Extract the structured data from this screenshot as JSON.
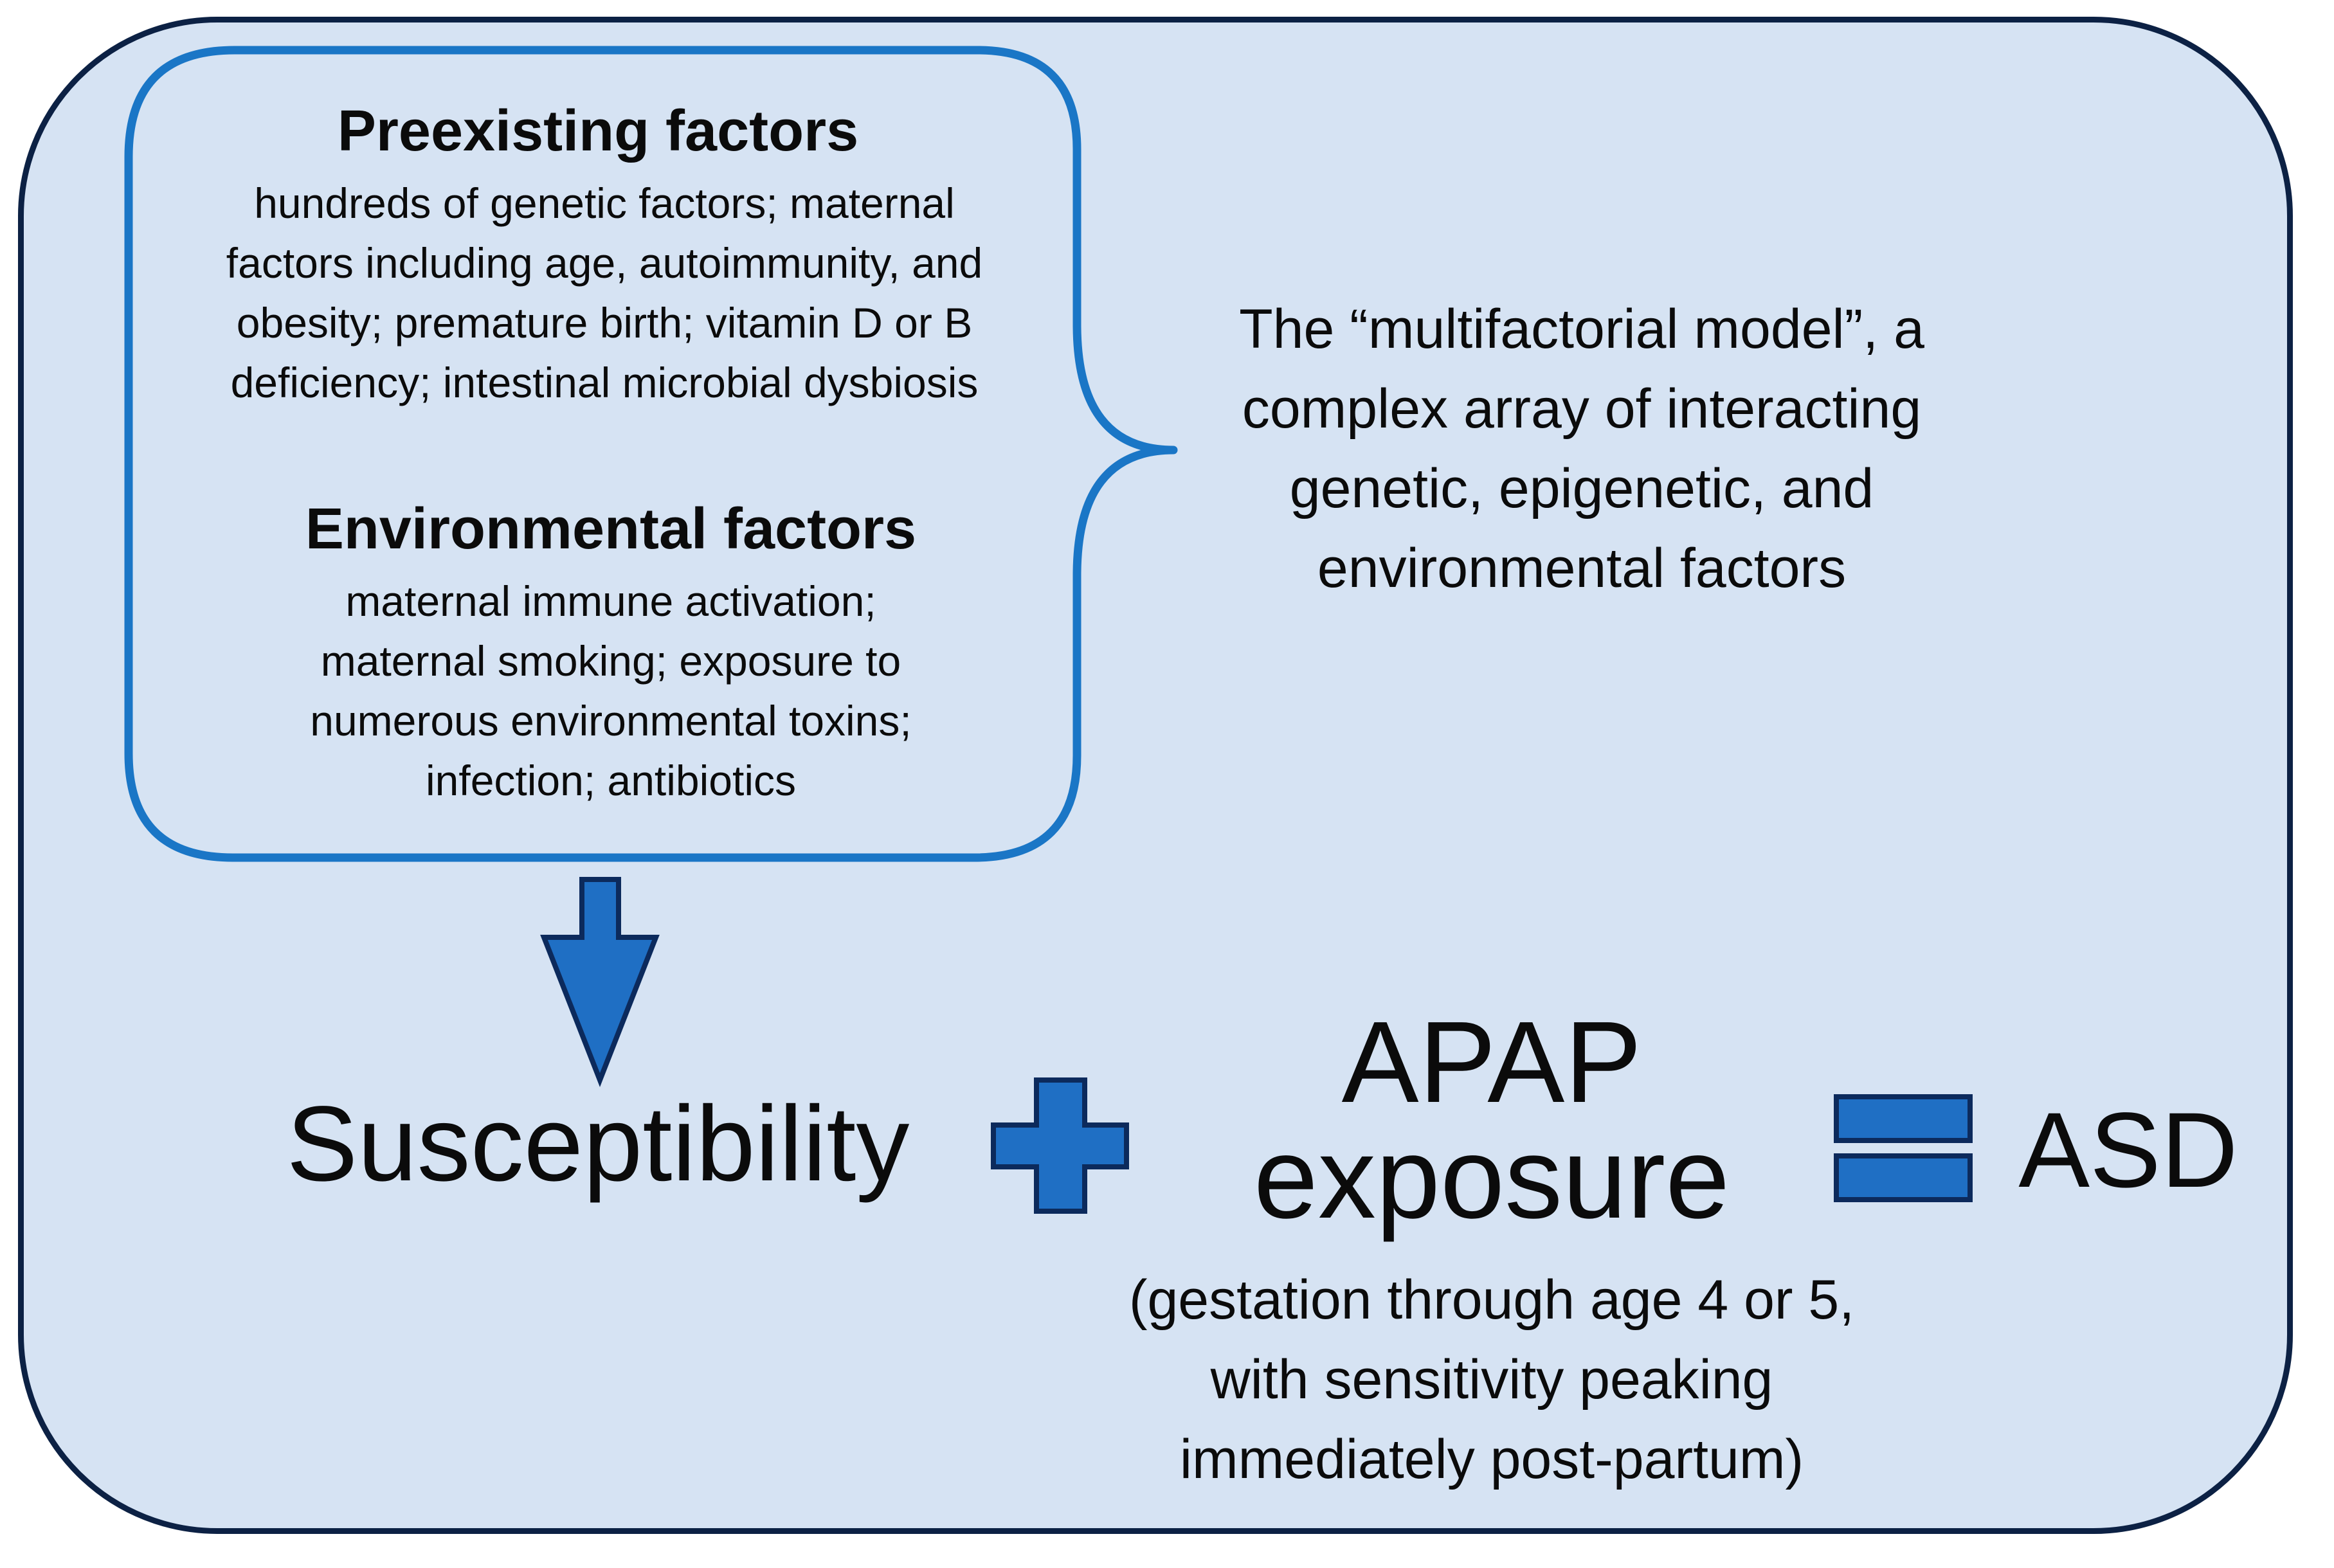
{
  "factors_box": {
    "preexisting": {
      "title": "Preexisting factors",
      "lines": [
        "hundreds of genetic factors; maternal",
        "factors including age, autoimmunity, and",
        "obesity; premature birth; vitamin D or B",
        "deficiency; intestinal microbial dysbiosis"
      ]
    },
    "environmental": {
      "title": "Environmental factors",
      "lines": [
        "maternal immune activation;",
        "maternal smoking; exposure to",
        "numerous environmental toxins;",
        "infection; antibiotics"
      ]
    }
  },
  "model_description": {
    "lines": [
      "The “multifactorial model”, a",
      "complex array of interacting",
      "genetic, epigenetic,  and",
      "environmental factors"
    ]
  },
  "equation": {
    "term1": "Susceptibility",
    "operator_plus_icon": "plus-icon",
    "term2_line1": "APAP",
    "term2_line2": "exposure",
    "term2_note": [
      "(gestation through age 4 or 5,",
      "with sensitivity peaking",
      "immediately post-partum)"
    ],
    "operator_equals_icon": "equals-icon",
    "result": "ASD"
  },
  "colors": {
    "panel_background": "#d6e3f3",
    "panel_border": "#0c2144",
    "box_border": "#1a76c6",
    "arrow_fill": "#1f6fc4",
    "arrow_outline": "#0c2a5c",
    "operator_fill": "#1f6fc4"
  }
}
